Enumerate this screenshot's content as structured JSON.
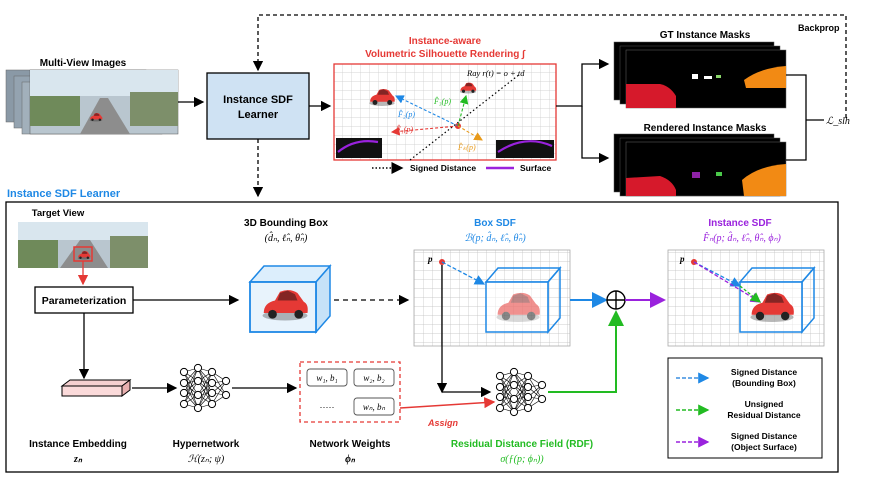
{
  "top": {
    "multi_view_label": "Multi-View Images",
    "learner_label_1": "Instance SDF",
    "learner_label_2": "Learner",
    "rendering_title_1": "Instance-aware",
    "rendering_title_2": "Volumetric Silhouette Rendering ∫",
    "ray_label": "Ray r(t) = o + td",
    "f1_label": "F̂₁(p)",
    "f2_label": "F̂₂(p)",
    "f3_label": "F̂₃(p)",
    "fk_label": "F̂ₖ(p)",
    "legend_signed_distance": "Signed Distance",
    "legend_surface": "Surface",
    "gt_masks_label": "GT Instance Masks",
    "rendered_masks_label": "Rendered Instance Masks",
    "backprop_label": "Backprop",
    "loss_label": "ℒ_slh"
  },
  "bottom": {
    "section_title": "Instance SDF Learner",
    "target_view_label": "Target View",
    "parameterization_label": "Parameterization",
    "bbox_title": "3D Bounding Box",
    "bbox_formula": "(d̂ₙ, ℓ̂ₙ, θ̂ₙ)",
    "box_sdf_title": "Box SDF",
    "box_sdf_formula": "ℬ(p; d̂ₙ, ℓ̂ₙ, θ̂ₙ)",
    "instance_sdf_title": "Instance SDF",
    "instance_sdf_formula": "F̂ₙ(p; d̂ₙ, ℓ̂ₙ, θ̂ₙ, ϕₙ)",
    "p_label": "p",
    "weights": [
      "w₁, b₁",
      "w₂, b₂",
      "·····",
      "wₙ, bₙ"
    ],
    "assign_label": "Assign",
    "instance_embedding_label": "Instance Embedding",
    "instance_embedding_symbol": "zₙ",
    "hypernetwork_label": "Hypernetwork",
    "hypernetwork_symbol": "ℋ(zₙ; ψ)",
    "network_weights_label": "Network Weights",
    "network_weights_symbol": "ϕₙ",
    "rdf_label": "Residual Distance Field (RDF)",
    "rdf_symbol": "σ(ƒ(p; ϕₙ))",
    "legend": [
      {
        "line1": "Signed Distance",
        "line2": "(Bounding Box)",
        "color": "#3b8fe0"
      },
      {
        "line1": "Unsigned",
        "line2": "Residual Distance",
        "color": "#22bb22"
      },
      {
        "line1": "Signed Distance",
        "line2": "(Object Surface)",
        "color": "#9a22dd"
      }
    ]
  },
  "colors": {
    "accent_blue": "#1e88e5",
    "red": "#e53935",
    "green": "#22bb22",
    "purple": "#9a22dd",
    "learner_fill": "#cfe2f3"
  }
}
